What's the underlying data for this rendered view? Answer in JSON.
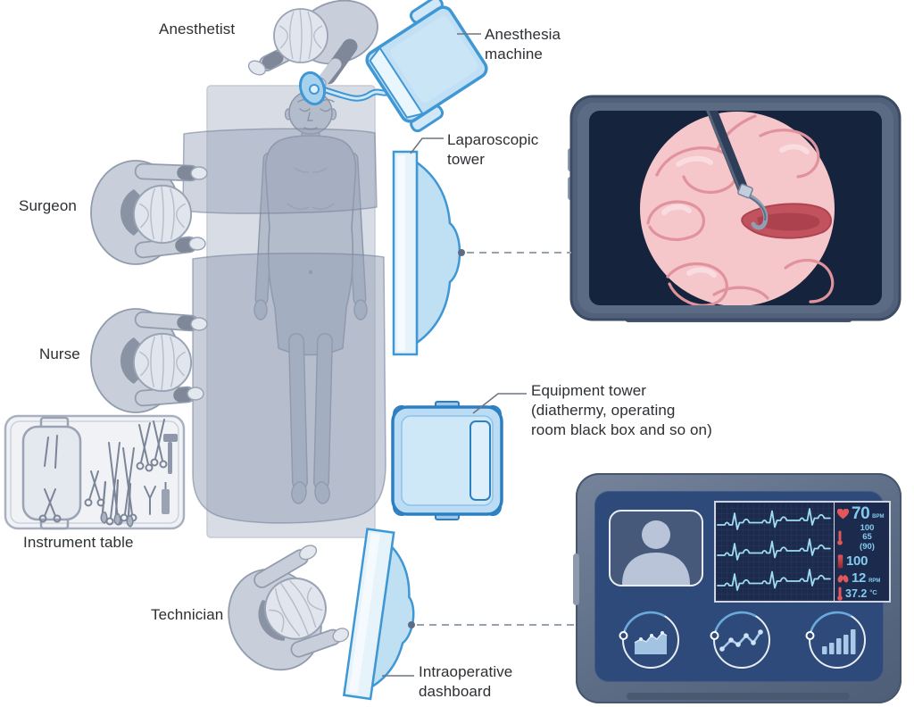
{
  "labels": {
    "anesthetist": "Anesthetist",
    "anesthesia_machine": "Anesthesia machine",
    "laparoscopic_tower": "Laparoscopic tower",
    "surgeon": "Surgeon",
    "nurse": "Nurse",
    "instrument_table": "Instrument table",
    "equipment_tower": "Equipment tower (diathermy, operating room black box and so on)",
    "technician": "Technician",
    "intraoperative_dashboard": "Intraoperative dashboard"
  },
  "dashboard": {
    "vitals": {
      "heart_rate": {
        "icon": "heart-icon",
        "value": "70",
        "unit": "BPM"
      },
      "blood_pressure": {
        "icon": "pressure-icon",
        "systolic": "100",
        "diastolic": "65",
        "mean": "(90)"
      },
      "oxygen_saturation": {
        "icon": "saturation-bar-icon",
        "value": "100"
      },
      "respiratory_rate": {
        "icon": "lungs-icon",
        "value": "12",
        "unit": "RPM"
      },
      "temperature": {
        "icon": "thermometer-icon",
        "value": "37.2",
        "unit": "°C"
      }
    },
    "chart_icons": [
      "area-chart-icon",
      "line-chart-icon",
      "bar-chart-icon"
    ]
  },
  "colors": {
    "equipment_blue": "#3f97d4",
    "equipment_fill": "#bfdff2",
    "figure_gray": "#c8cfdb",
    "monitor_frame": "#51617a",
    "screen_navy": "#15233d",
    "dashboard_panel": "#2e4a7a",
    "ecg_trace": "#9fdcf4",
    "vitals_text": "#84cbf0",
    "alert_red": "#e2575b",
    "tissue_pink": "#f5c6ca"
  }
}
